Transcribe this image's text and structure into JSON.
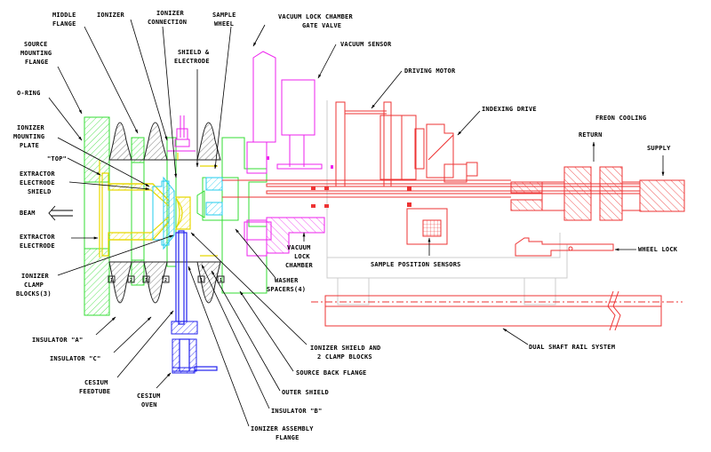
{
  "title": "Ion source and sample wheel assembly cross-section",
  "colors": {
    "flange_green": "#33dd33",
    "insulator_black": "#222222",
    "extractor_yellow": "#e8d800",
    "shield_cyan": "#22ccee",
    "vacuum_magenta": "#ee22ee",
    "drive_red": "#ee3333",
    "cesium_blue": "#2222ee",
    "frame_gray": "#cccccc"
  },
  "labels": {
    "middle_flange": [
      "MIDDLE",
      "FLANGE"
    ],
    "ionizer": [
      "IONIZER"
    ],
    "ionizer_connection": [
      "IONIZER",
      "CONNECTION"
    ],
    "sample_wheel": [
      "SAMPLE",
      "WHEEL"
    ],
    "source_mounting_flange": [
      "SOURCE",
      "MOUNTING",
      "FLANGE"
    ],
    "shield_electrode": [
      "SHIELD &",
      "ELECTRODE"
    ],
    "o_ring": [
      "O-RING"
    ],
    "ionizer_mounting_plate": [
      "IONIZER",
      "MOUNTING",
      "PLATE"
    ],
    "top": [
      "\"TOP\""
    ],
    "extractor_electrode_shield": [
      "EXTRACTOR",
      "ELECTRODE",
      "SHIELD"
    ],
    "beam": [
      "BEAM"
    ],
    "extractor_electrode": [
      "EXTRACTOR",
      "ELECTRODE"
    ],
    "ionizer_clamp_blocks": [
      "IONIZER",
      "CLAMP",
      "BLOCKS(3)"
    ],
    "insulator_a": [
      "INSULATOR \"A\""
    ],
    "insulator_c": [
      "INSULATOR \"C\""
    ],
    "cesium_feedtube": [
      "CESIUM",
      "FEEDTUBE"
    ],
    "cesium_oven": [
      "CESIUM",
      "OVEN"
    ],
    "vacuum_lock_gate_valve": [
      "VACUUM LOCK CHAMBER",
      "GATE VALVE"
    ],
    "vacuum_sensor": [
      "VACUUM SENSOR"
    ],
    "driving_motor": [
      "DRIVING MOTOR"
    ],
    "indexing_drive": [
      "INDEXING DRIVE"
    ],
    "freon_cooling": [
      "FREON COOLING"
    ],
    "return": [
      "RETURN"
    ],
    "supply": [
      "SUPPLY"
    ],
    "wheel_lock": [
      "WHEEL LOCK"
    ],
    "vacuum_lock_chamber": [
      "VACUUM",
      "LOCK",
      "CHAMBER"
    ],
    "sample_position_sensors": [
      "SAMPLE POSITION SENSORS"
    ],
    "washer_spacers": [
      "WASHER",
      "SPACERS(4)"
    ],
    "ionizer_shield_clamp_blocks": [
      "IONIZER SHIELD AND",
      "2 CLAMP BLOCKS"
    ],
    "source_back_flange": [
      "SOURCE BACK FLANGE"
    ],
    "outer_shield": [
      "OUTER SHIELD"
    ],
    "insulator_b": [
      "INSULATOR \"B\""
    ],
    "ionizer_assembly_flange": [
      "IONIZER ASSEMBLY",
      "FLANGE"
    ],
    "dual_shaft_rail_system": [
      "DUAL SHAFT RAIL SYSTEM"
    ]
  },
  "clamp_block_marks": [
    "1",
    "2",
    "1",
    "2",
    "1",
    "1"
  ]
}
